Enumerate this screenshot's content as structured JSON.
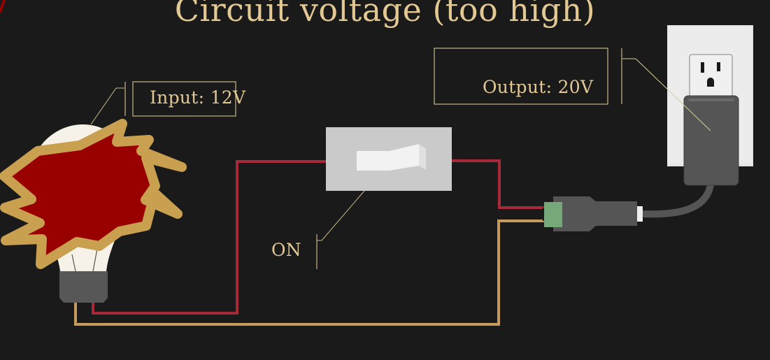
{
  "title": "Circuit voltage (too high)",
  "callouts": {
    "input": {
      "label": "Input: 12V"
    },
    "output": {
      "label": "Output: 20V"
    },
    "switch": {
      "label": "ON"
    }
  },
  "components": {
    "bulb": {
      "icon": "lightbulb-icon",
      "state": "burst"
    },
    "burst": {
      "icon": "starburst-icon"
    },
    "switch": {
      "icon": "rocker-switch-icon",
      "state": "on"
    },
    "connector": {
      "icon": "barrel-connector-icon"
    },
    "outlet": {
      "icon": "wall-outlet-icon"
    },
    "adapter": {
      "icon": "power-adapter-icon"
    }
  },
  "colors": {
    "background": "#1a1a1a",
    "accent_text": "#e2c994",
    "callout_line": "#c9b88a",
    "wire_positive": "#a82a3a",
    "wire_negative": "#c69a5c",
    "burst_fill": "#990000",
    "burst_stroke": "#c9a050",
    "bulb_glass": "#f6f2e8",
    "bulb_base": "#575757",
    "switch_plate": "#cacaca",
    "switch_rocker": "#f2f2f2",
    "connector_body": "#555555",
    "connector_terminal": "#76a87a",
    "outlet_plate": "#ececec"
  }
}
